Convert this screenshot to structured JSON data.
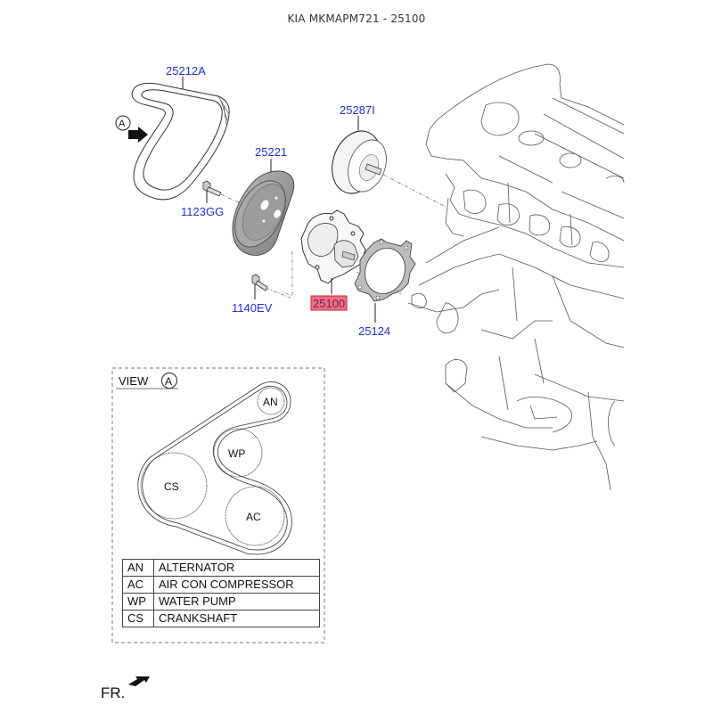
{
  "header": {
    "title": "KIA MKMAPM721 - 25100"
  },
  "parts": [
    {
      "number": "25212A",
      "name": "belt"
    },
    {
      "number": "25287I",
      "name": "idler-pulley"
    },
    {
      "number": "25221",
      "name": "water-pump-pulley"
    },
    {
      "number": "1123GG",
      "name": "pulley-bolt"
    },
    {
      "number": "1140EV",
      "name": "pump-bolt"
    },
    {
      "number": "25100",
      "name": "water-pump",
      "highlighted": true
    },
    {
      "number": "25124",
      "name": "gasket"
    }
  ],
  "highlight_color": "#f0707a",
  "callout": {
    "view_marker": "A"
  },
  "view": {
    "title": "VIEW",
    "marker": "A",
    "pulleys": [
      "AN",
      "WP",
      "CS",
      "AC"
    ]
  },
  "legend": [
    {
      "code": "AN",
      "description": "ALTERNATOR"
    },
    {
      "code": "AC",
      "description": "AIR CON COMPRESSOR"
    },
    {
      "code": "WP",
      "description": "WATER PUMP"
    },
    {
      "code": "CS",
      "description": "CRANKSHAFT"
    }
  ],
  "footer": {
    "direction_label": "FR."
  }
}
